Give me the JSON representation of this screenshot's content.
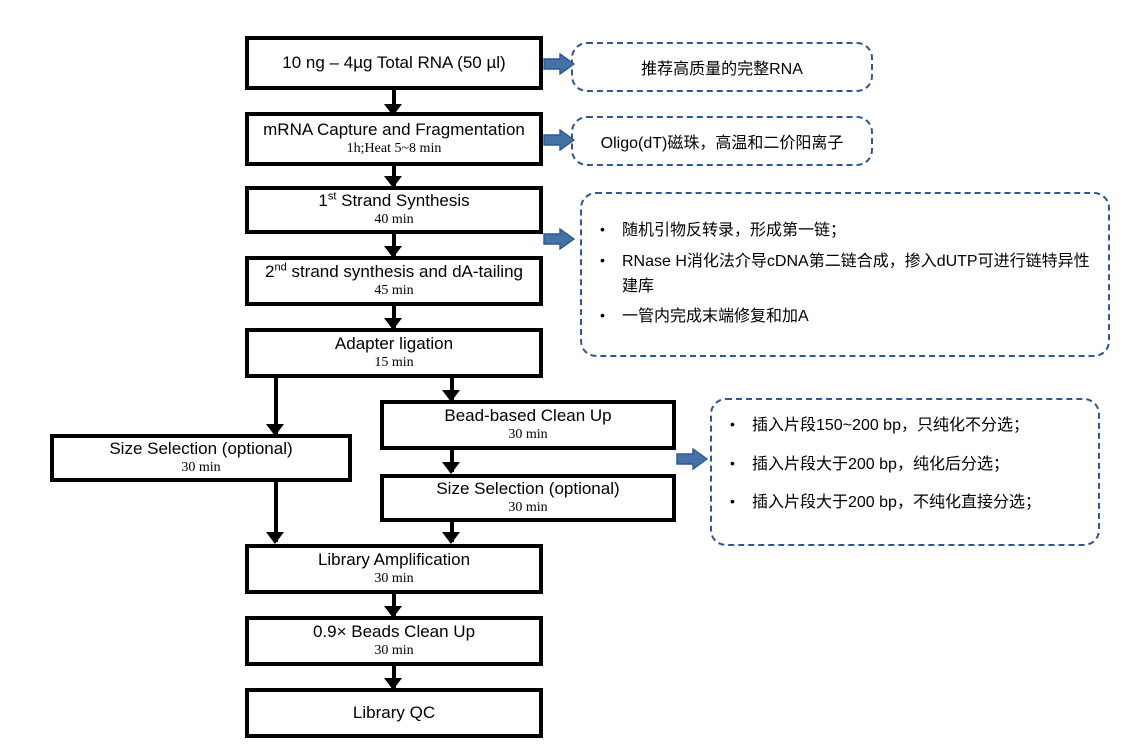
{
  "diagram": {
    "title": "RNA-seq library preparation workflow",
    "colors": {
      "box_border": "#000000",
      "connector": "#000000",
      "callout_border": "#2E5797",
      "blue_arrow_fill": "#4472A4",
      "blue_arrow_stroke": "#2E5797",
      "background": "#FFFFFF"
    },
    "steps": [
      {
        "id": "total-rna",
        "title_pre": "10 ng – 4µg Total RNA (50 µl)",
        "title_sup": "",
        "title_post": "",
        "sub": ""
      },
      {
        "id": "mrna-capture",
        "title_pre": "mRNA Capture and Fragmentation",
        "title_sup": "",
        "title_post": "",
        "sub": "1h;Heat 5~8 min"
      },
      {
        "id": "first-strand",
        "title_pre": "1",
        "title_sup": "st",
        "title_post": " Strand Synthesis",
        "sub": "40 min"
      },
      {
        "id": "second-strand",
        "title_pre": "2",
        "title_sup": "nd",
        "title_post": " strand synthesis and dA-tailing",
        "sub": "45 min"
      },
      {
        "id": "adapter-ligation",
        "title_pre": "Adapter ligation",
        "title_sup": "",
        "title_post": "",
        "sub": "15 min"
      },
      {
        "id": "size-selection-left",
        "title_pre": "Size Selection (optional)",
        "title_sup": "",
        "title_post": "",
        "sub": "30 min"
      },
      {
        "id": "bead-cleanup",
        "title_pre": "Bead-based Clean Up",
        "title_sup": "",
        "title_post": "",
        "sub": "30 min"
      },
      {
        "id": "size-selection-right",
        "title_pre": "Size Selection (optional)",
        "title_sup": "",
        "title_post": "",
        "sub": "30 min"
      },
      {
        "id": "library-amplification",
        "title_pre": "Library Amplification",
        "title_sup": "",
        "title_post": "",
        "sub": "30 min"
      },
      {
        "id": "beads-cleanup-09",
        "title_pre": "0.9× Beads Clean Up",
        "title_sup": "",
        "title_post": "",
        "sub": "30 min"
      },
      {
        "id": "library-qc",
        "title_pre": "Library QC",
        "title_sup": "",
        "title_post": "",
        "sub": ""
      }
    ],
    "callouts": [
      {
        "id": "callout-rna-quality",
        "text": "推荐高质量的完整RNA",
        "bullets": []
      },
      {
        "id": "callout-oligo-dt",
        "text": "Oligo(dT)磁珠，高温和二价阳离子",
        "bullets": []
      },
      {
        "id": "callout-strand-synthesis",
        "text": "",
        "bullets": [
          "随机引物反转录，形成第一链；",
          "RNase H消化法介导cDNA第二链合成，掺入dUTP可进行链特异性建库",
          "一管内完成末端修复和加A"
        ]
      },
      {
        "id": "callout-size-selection",
        "text": "",
        "bullets": [
          "插入片段150~200 bp，只纯化不分选；",
          "插入片段大于200 bp，纯化后分选；",
          "插入片段大于200 bp，不纯化直接分选；"
        ]
      }
    ]
  }
}
